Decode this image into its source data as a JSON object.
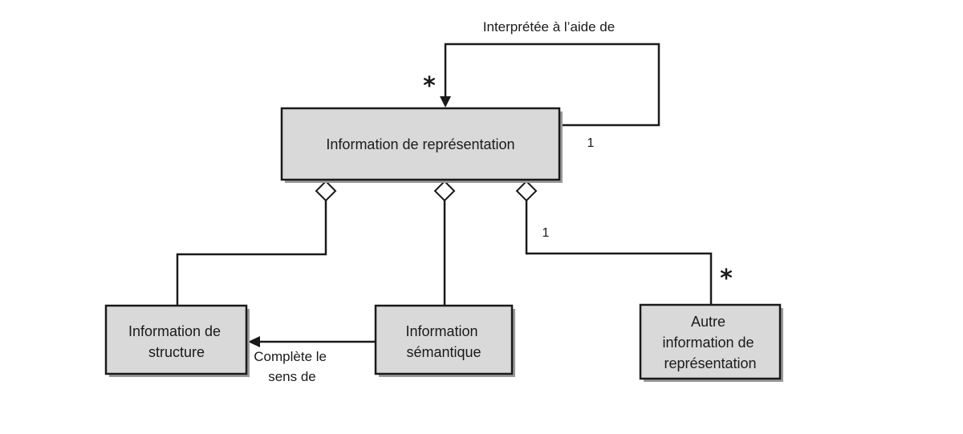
{
  "nodes": {
    "info_representation": {
      "label": "Information de représentation"
    },
    "info_structure": {
      "lines": [
        "Information de",
        "structure"
      ]
    },
    "info_semantique": {
      "lines": [
        "Information",
        "sémantique"
      ]
    },
    "autre_info": {
      "lines": [
        "Autre",
        "information de",
        "représentation"
      ]
    }
  },
  "edges": {
    "self_loop": {
      "label": "Interprétée à l’aide de",
      "source_multiplicity": "1",
      "target_multiplicity": "*"
    },
    "semantique_to_structure": {
      "lines": [
        "Complète le",
        "sens de"
      ]
    },
    "aggregation_autre": {
      "source_multiplicity": "1",
      "target_multiplicity": "*"
    }
  }
}
